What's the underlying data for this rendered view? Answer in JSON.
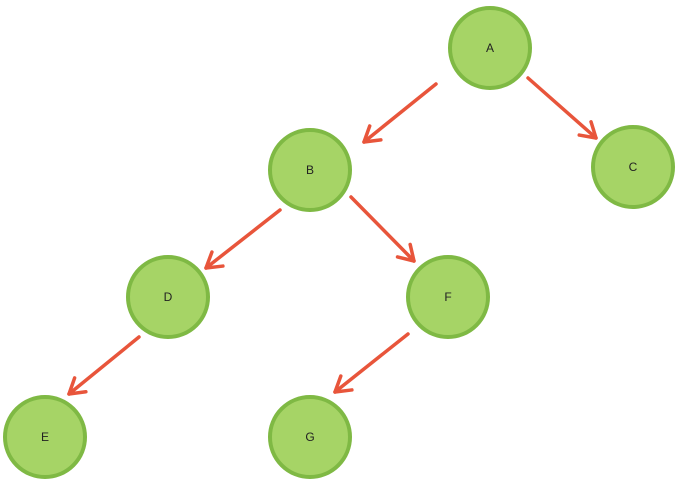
{
  "diagram": {
    "colors": {
      "node_fill": "#a6d466",
      "node_stroke": "#7fb944",
      "edge": "#e8553b",
      "label": "#222222"
    },
    "nodes": [
      {
        "id": "A",
        "label": "A"
      },
      {
        "id": "B",
        "label": "B"
      },
      {
        "id": "C",
        "label": "C"
      },
      {
        "id": "D",
        "label": "D"
      },
      {
        "id": "E",
        "label": "E"
      },
      {
        "id": "F",
        "label": "F"
      },
      {
        "id": "G",
        "label": "G"
      }
    ],
    "edges": [
      {
        "from": "A",
        "to": "B"
      },
      {
        "from": "A",
        "to": "C"
      },
      {
        "from": "B",
        "to": "D"
      },
      {
        "from": "B",
        "to": "F"
      },
      {
        "from": "D",
        "to": "E"
      },
      {
        "from": "F",
        "to": "G"
      }
    ]
  }
}
